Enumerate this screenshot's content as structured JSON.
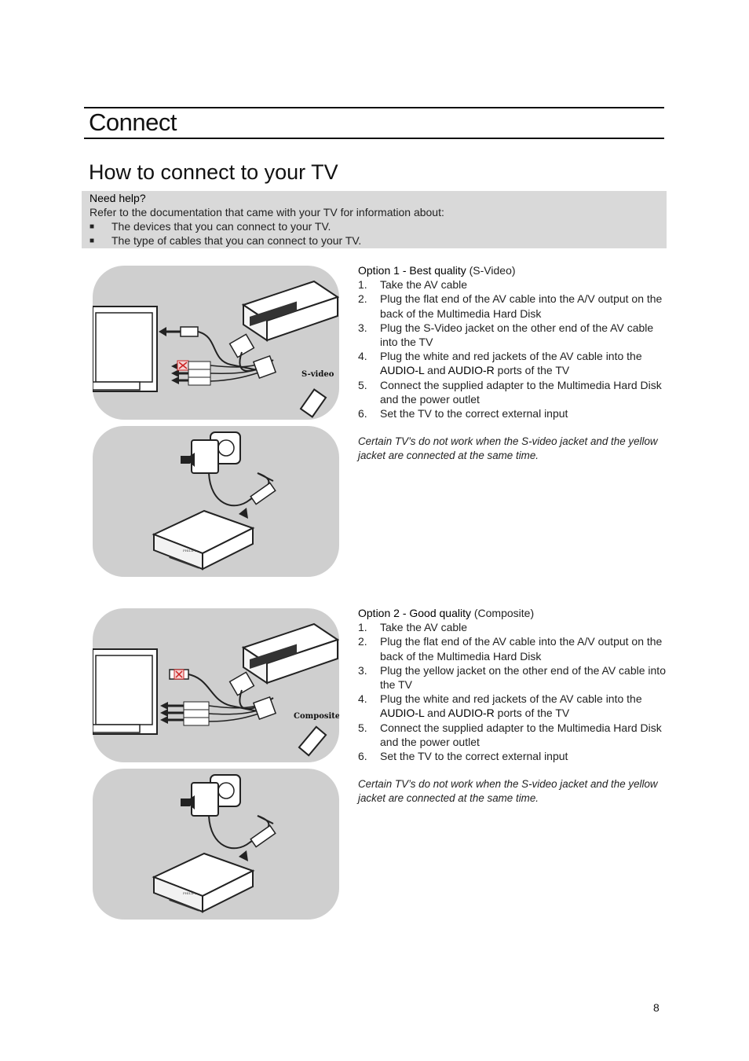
{
  "section_title": "Connect",
  "page_heading": "How to connect to your TV",
  "help": {
    "title": "Need help?",
    "intro": "Refer to the documentation that came with your TV for information about:",
    "bullets": [
      "The devices that you can connect to your TV.",
      "The type of cables that you can connect to your TV."
    ]
  },
  "options": [
    {
      "title": "Option 1 - Best quality",
      "quality_note": "(S-Video)",
      "image_label": "S-video",
      "steps": [
        {
          "num": "1.",
          "text": "Take the AV cable"
        },
        {
          "num": "2.",
          "text": "Plug the flat end of the AV cable into the A/V output on the back of the Multimedia Hard Disk"
        },
        {
          "num": "3.",
          "text": "Plug the S-Video jacket on the other end of the AV cable into the TV"
        },
        {
          "num": "4.",
          "pre": "Plug the white and red jackets of the AV cable into the ",
          "k1": "AUDIO-L",
          "mid": " and ",
          "k2": "AUDIO-R",
          "post": " ports of the TV"
        },
        {
          "num": "5.",
          "text": "Connect the supplied adapter to the Multimedia Hard Disk and the power outlet"
        },
        {
          "num": "6.",
          "text": "Set the TV to the correct external input"
        }
      ],
      "note": "Certain TV’s do not work when the S-video jacket and the yellow jacket are connected at the same time."
    },
    {
      "title": "Option 2 - Good quality",
      "quality_note": "(Composite)",
      "image_label": "Composite",
      "steps": [
        {
          "num": "1.",
          "text": "Take the AV cable"
        },
        {
          "num": "2.",
          "text": "Plug the flat end of the AV cable into the A/V output on the back of the Multimedia Hard Disk"
        },
        {
          "num": "3.",
          "text": "Plug the yellow jacket on the other end of the AV cable into the TV"
        },
        {
          "num": "4.",
          "pre": "Plug the white and red jackets of the AV cable into the ",
          "k1": "AUDIO-L",
          "mid": " and ",
          "k2": "AUDIO-R",
          "post": " ports of the TV"
        },
        {
          "num": "5.",
          "text": "Connect the supplied adapter to the Multimedia Hard Disk and the power outlet"
        },
        {
          "num": "6.",
          "text": "Set the TV to the correct external input"
        }
      ],
      "note": "Certain TV’s do not work when the S-video jacket and the yellow jacket are connected at the same time."
    }
  ],
  "brand_on_device": "PHILIPS",
  "page_number": "8"
}
